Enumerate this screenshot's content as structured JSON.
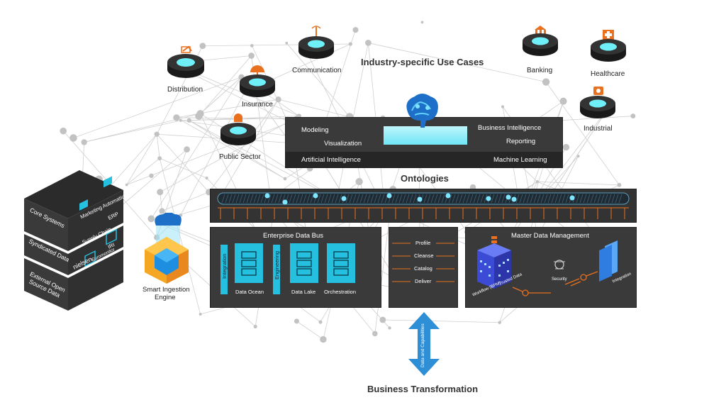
{
  "use_cases": {
    "title": "Industry-specific Use Cases",
    "items": [
      {
        "id": "distribution",
        "label": "Distribution",
        "icon": "truck-icon"
      },
      {
        "id": "insurance",
        "label": "Insurance",
        "icon": "umbrella-icon"
      },
      {
        "id": "communication",
        "label": "Communication",
        "icon": "antenna-icon"
      },
      {
        "id": "public-sector",
        "label": "Public Sector",
        "icon": "government-icon"
      },
      {
        "id": "banking",
        "label": "Banking",
        "icon": "bank-icon"
      },
      {
        "id": "healthcare",
        "label": "Healthcare",
        "icon": "hospital-icon"
      },
      {
        "id": "industrial",
        "label": "Industrial",
        "icon": "factory-icon"
      }
    ]
  },
  "ai_panel": {
    "modeling": "Modeling",
    "visualization": "Visualization",
    "artificial_intelligence": "Artificial Intelligence",
    "business_intelligence": "Business Intelligence",
    "reporting": "Reporting",
    "machine_learning": "Machine Learning"
  },
  "ontologies": {
    "title": "Ontologies"
  },
  "source_stack": {
    "core_systems": "Core Systems",
    "marketing_automation": "Marketing Automation",
    "erp": "ERP",
    "supply_chain": "Supply Chain",
    "syndicated_data": "Syndicated Data",
    "brand_a": "nielsen",
    "brand_b": "IRI",
    "brand_c": "Euromonitor",
    "external_open_source": "External Open Source Data"
  },
  "ingestion": {
    "label_line1": "Smart Ingestion",
    "label_line2": "Engine"
  },
  "enterprise_bus": {
    "title": "Enterprise Data Bus",
    "integration": "Integration",
    "engineering": "Engineering",
    "data_ocean": "Data Ocean",
    "data_lake": "Data Lake",
    "orchestration": "Orchestration"
  },
  "pipeline": {
    "steps": [
      "Profile",
      "Cleanse",
      "Catalog",
      "Deliver"
    ]
  },
  "mdm": {
    "title": "Master Data Management",
    "workflow": "Workflow (BPM)",
    "trusted_data": "Trusted Data",
    "security": "Security",
    "integration": "Integration"
  },
  "arrow": {
    "label": "Data and Capabilities"
  },
  "business_transformation": "Business Transformation",
  "colors": {
    "panel": "#3a3a3a",
    "accent_cyan": "#28c4e6",
    "accent_orange": "#e8701f",
    "arrow_blue": "#2e8fd6"
  }
}
